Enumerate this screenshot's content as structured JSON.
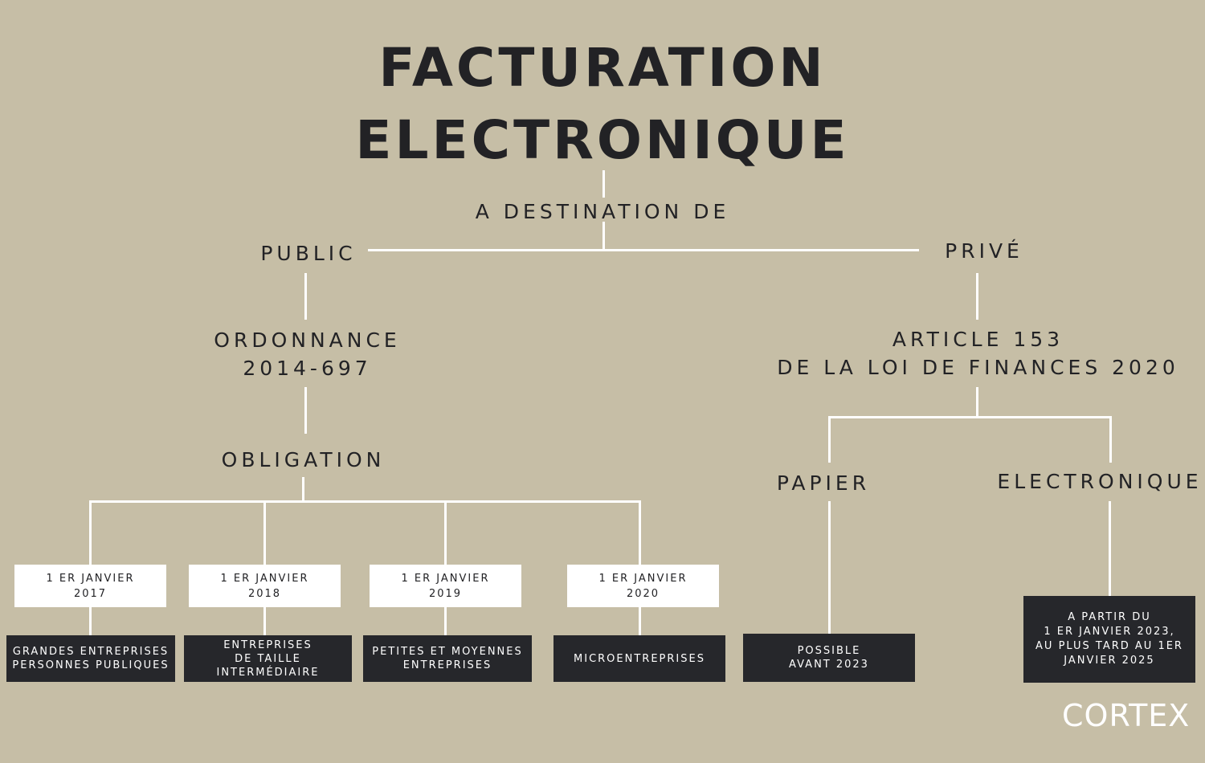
{
  "title": {
    "line1": "FACTURATION",
    "line2": "ELECTRONIQUE"
  },
  "destination": "A DESTINATION DE",
  "public": {
    "label": "PUBLIC",
    "ordonnance": {
      "line1": "ORDONNANCE",
      "line2": "2014-697"
    },
    "obligation": "OBLIGATION",
    "dates": [
      {
        "line1": "1 ER JANVIER",
        "line2": "2017"
      },
      {
        "line1": "1 ER JANVIER",
        "line2": "2018"
      },
      {
        "line1": "1 ER JANVIER",
        "line2": "2019"
      },
      {
        "line1": "1 ER JANVIER",
        "line2": "2020"
      }
    ],
    "targets": [
      [
        "GRANDES ENTREPRISES",
        "PERSONNES PUBLIQUES"
      ],
      [
        "ENTREPRISES",
        "DE TAILLE",
        "INTERMÉDIAIRE"
      ],
      [
        "PETITES ET MOYENNES",
        "ENTREPRISES"
      ],
      [
        "MICROENTREPRISES"
      ]
    ]
  },
  "prive": {
    "label": "PRIVÉ",
    "article": {
      "line1": "ARTICLE 153",
      "line2": "DE LA LOI DE FINANCES 2020"
    },
    "papier": {
      "label": "PAPIER",
      "box": [
        "POSSIBLE",
        "AVANT 2023"
      ]
    },
    "electronique": {
      "label": "ELECTRONIQUE",
      "box": [
        "A PARTIR DU",
        "1 ER JANVIER 2023,",
        "AU PLUS TARD AU 1ER",
        "JANVIER 2025"
      ]
    }
  },
  "logo": {
    "text": "CORTEX"
  },
  "colors": {
    "background": "#c6bea6",
    "dark": "#26272b",
    "text": "#222225",
    "line": "#ffffff"
  }
}
